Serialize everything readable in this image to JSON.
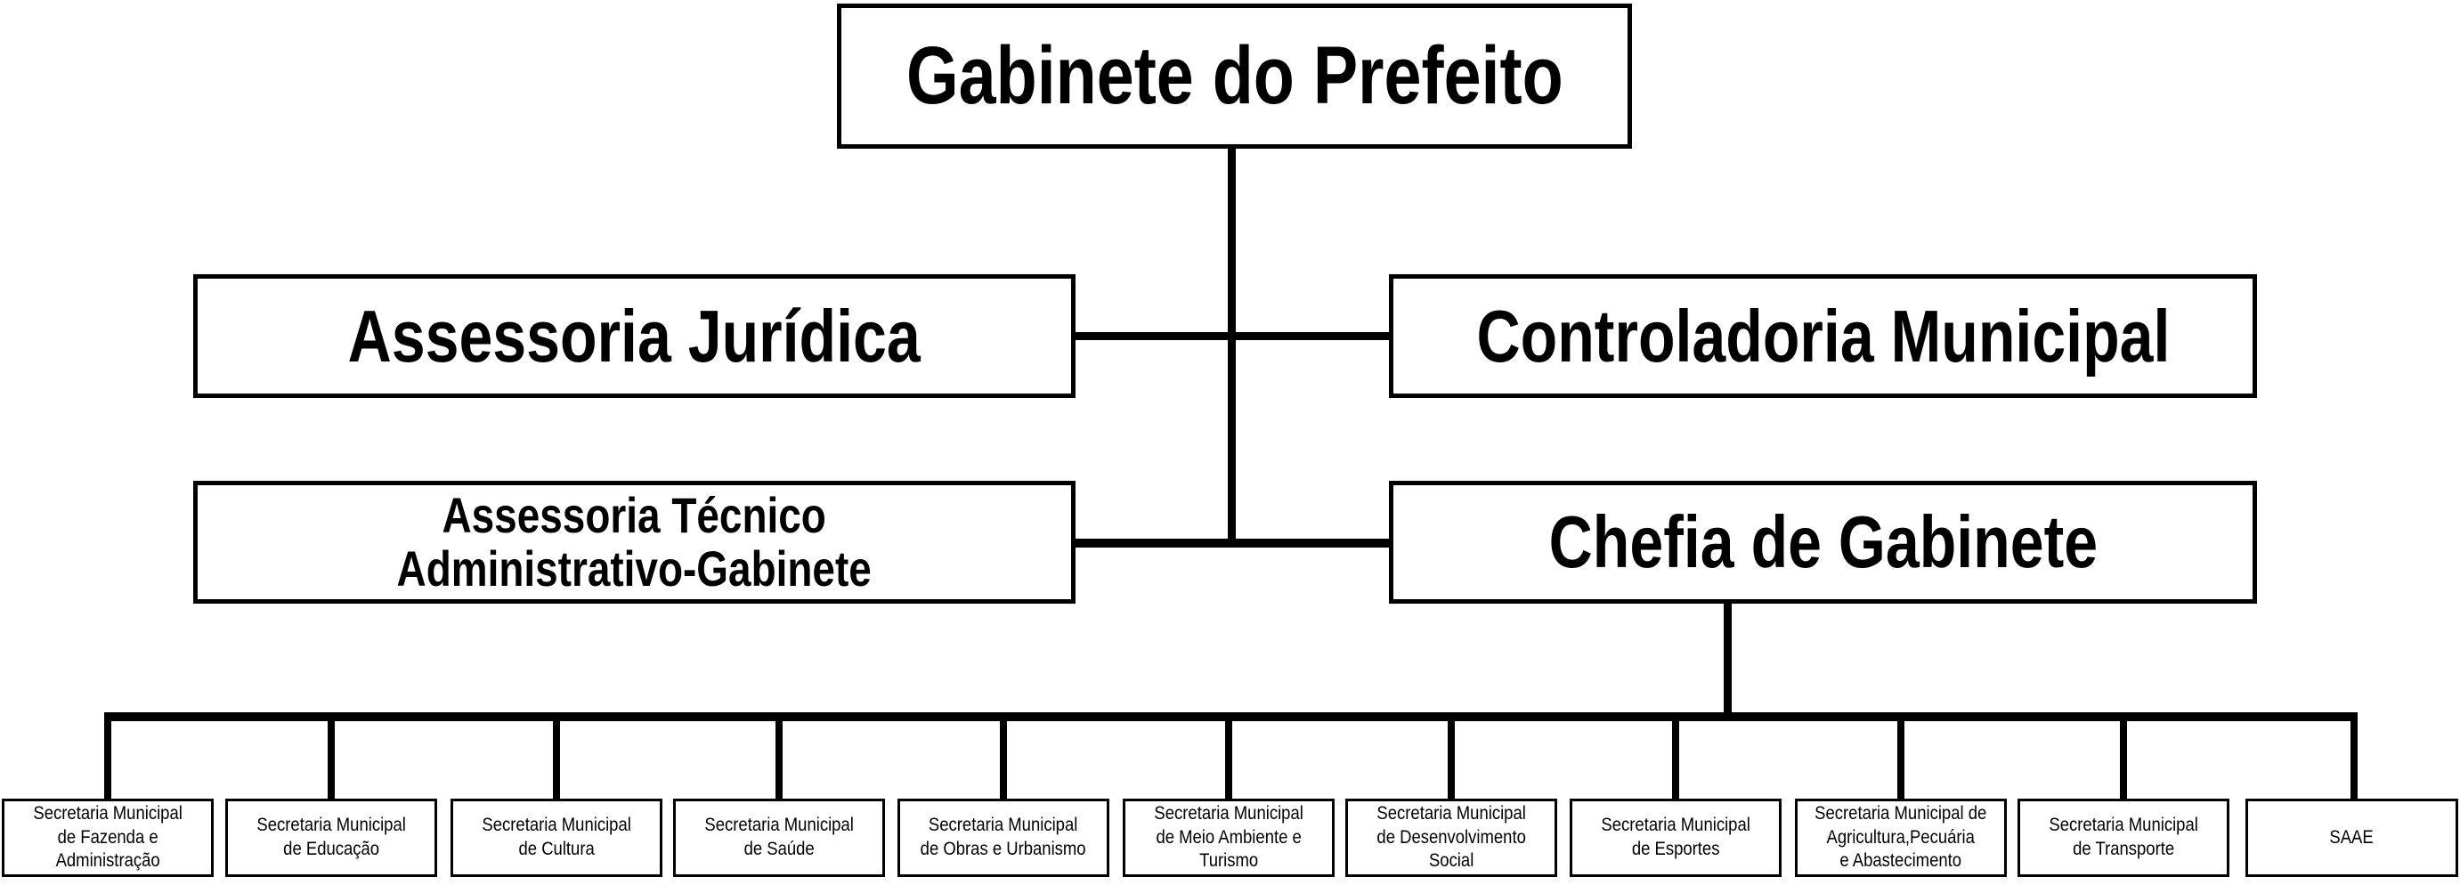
{
  "colors": {
    "background": "#ffffff",
    "line": "#000000",
    "text": "#000000",
    "box_fill": "#ffffff"
  },
  "org_chart": {
    "type": "org-tree",
    "root": {
      "label": "Gabinete do Prefeito"
    },
    "level2": [
      {
        "label": "Assessoria Jurídica"
      },
      {
        "label": "Controladoria Municipal"
      }
    ],
    "level3": [
      {
        "label": "Assessoria Técnico\nAdministrativo-Gabinete"
      },
      {
        "label": "Chefia de Gabinete"
      }
    ],
    "level4": [
      {
        "label": "Secretaria Municipal\nde Fazenda e\nAdministração"
      },
      {
        "label": "Secretaria Municipal\nde Educação"
      },
      {
        "label": "Secretaria Municipal\nde Cultura"
      },
      {
        "label": "Secretaria Municipal\nde Saúde"
      },
      {
        "label": "Secretaria Municipal\nde Obras e Urbanismo"
      },
      {
        "label": "Secretaria Municipal\nde Meio Ambiente e\nTurismo"
      },
      {
        "label": "Secretaria Municipal\nde Desenvolvimento\nSocial"
      },
      {
        "label": "Secretaria Municipal\nde Esportes"
      },
      {
        "label": "Secretaria Municipal de\nAgricultura,Pecuária\ne Abastecimento"
      },
      {
        "label": "Secretaria Municipal\nde Transporte"
      },
      {
        "label": "SAAE"
      }
    ]
  }
}
